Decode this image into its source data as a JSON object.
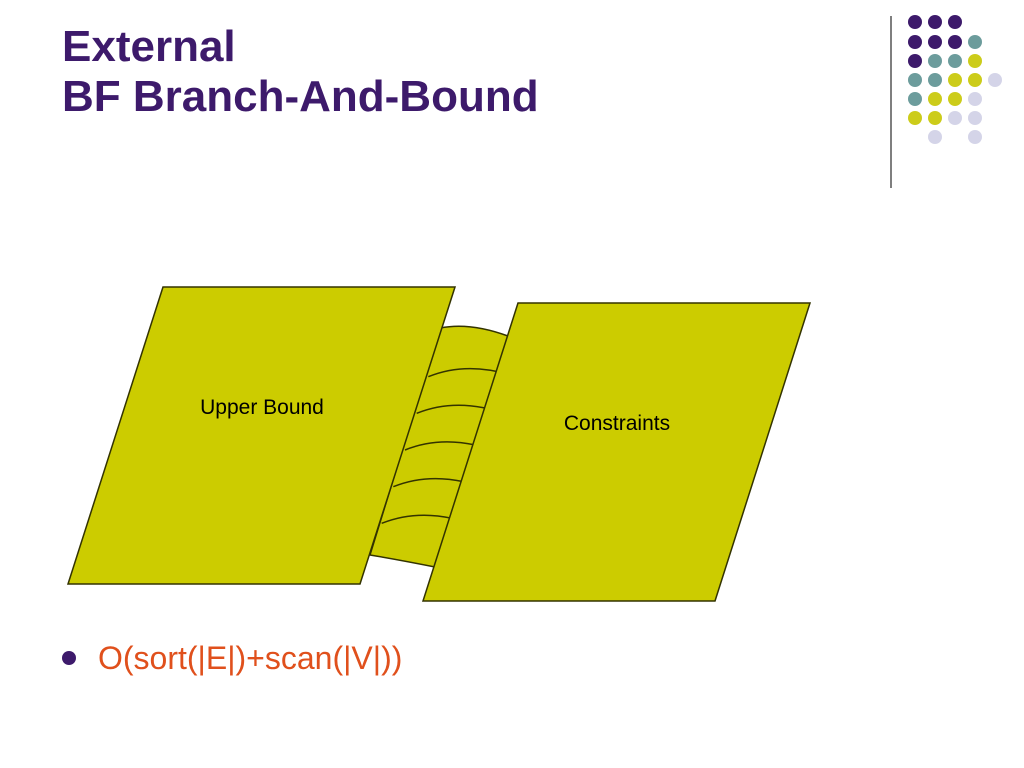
{
  "slide": {
    "title_lines": [
      "External",
      "BF Branch-And-Bound"
    ],
    "colors": {
      "title": "#3d1a6b",
      "bullet_text": "#e0501c",
      "bullet_dot": "#3d1a6b",
      "block_fill": "#cccc00",
      "block_stroke": "#333300",
      "dot_purple": "#3d1a6b",
      "dot_teal": "#6c9c9c",
      "dot_yellow": "#cccc1a",
      "dot_lavender": "#d4d4e8",
      "divider": "#555555"
    }
  },
  "diagram": {
    "left_block_label": "Upper Bound",
    "right_block_label": "Constraints",
    "connector_rings": 5
  },
  "bullets": [
    {
      "text": "O(sort(|E|)+scan(|V|))"
    }
  ]
}
